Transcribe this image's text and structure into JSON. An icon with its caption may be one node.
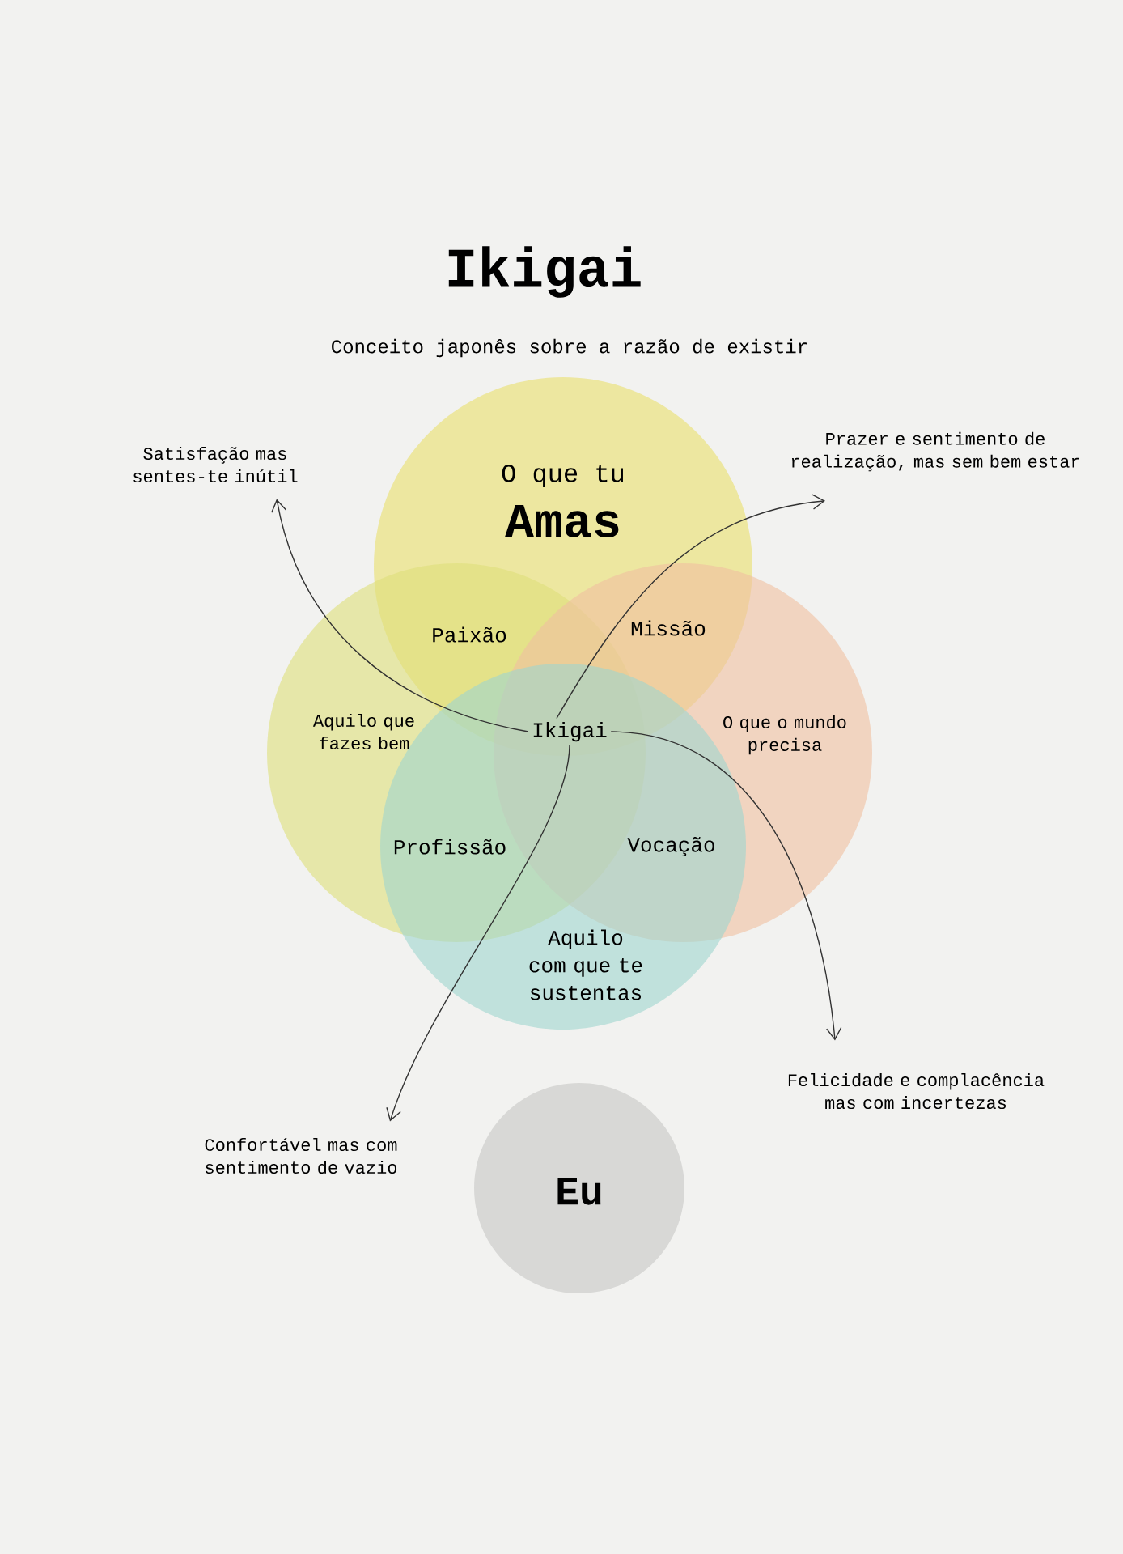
{
  "diagram": {
    "title": "Ikigai",
    "caption": "Conceito japonês sobre a razão de existir",
    "nodes": [
      {
        "text": [
          "O que tu",
          "Amas"
        ]
      },
      {
        "text": [
          "Aquilo que fazes bem"
        ]
      },
      {
        "text": [
          "O que o mundo precisa"
        ]
      },
      {
        "text": [
          "Aquilo com que te sustentas"
        ]
      },
      {
        "text": [
          "Ikigai"
        ]
      },
      {
        "text": [
          "Satisfação mas sentes-te inútil"
        ]
      },
      {
        "text": [
          "Prazer e sentimento de realização, mas sem bem estar"
        ]
      },
      {
        "text": [
          "Felicidade e complacência mas com incertezas"
        ]
      },
      {
        "text": [
          "Confortável mas com sentimento de vazio"
        ]
      },
      {
        "text": [
          "Eu"
        ]
      }
    ],
    "edges": [
      {
        "from": 4,
        "to": 5,
        "arrow": "to"
      },
      {
        "from": 4,
        "to": 6,
        "arrow": "to"
      },
      {
        "from": 4,
        "to": 7,
        "arrow": "to"
      },
      {
        "from": 4,
        "to": 8,
        "arrow": "to"
      }
    ],
    "labels": [
      "Paixão",
      "Missão",
      "Profissão",
      "Vocação"
    ]
  }
}
